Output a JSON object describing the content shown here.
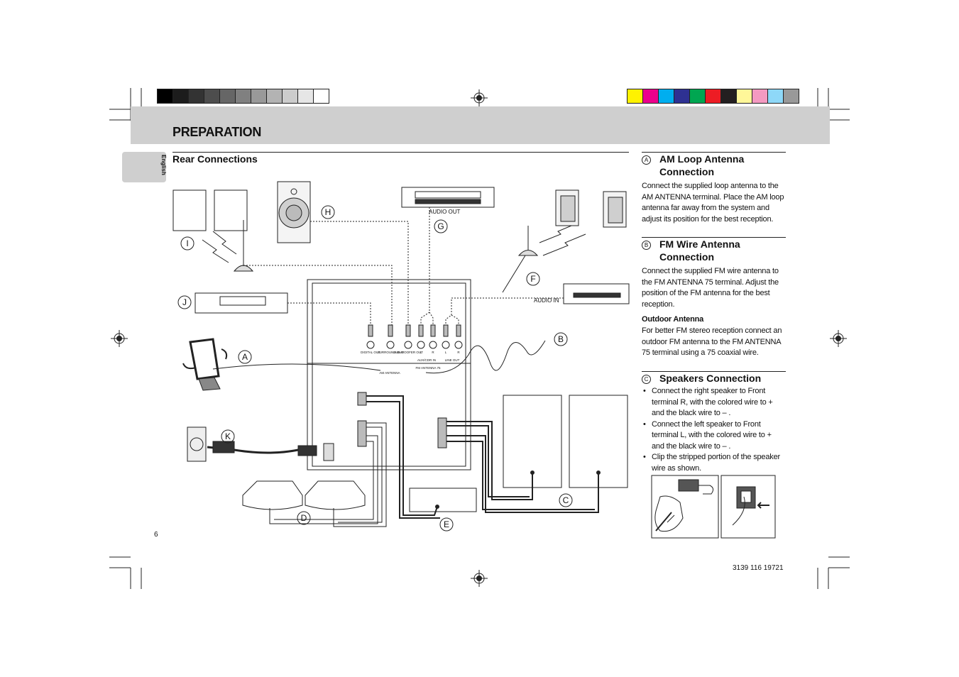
{
  "header": {
    "title": "PREPARATION",
    "language_tab": "English",
    "gray_swatches": [
      "#000000",
      "#1c1c1c",
      "#333333",
      "#4d4d4d",
      "#666666",
      "#808080",
      "#999999",
      "#b3b3b3",
      "#cccccc",
      "#e6e6e6",
      "#ffffff"
    ],
    "color_swatches": [
      "#fff200",
      "#ec008c",
      "#00aeef",
      "#2e3192",
      "#00a651",
      "#ed1c24",
      "#231f20",
      "#fff799",
      "#f49ac1",
      "#8ed8f8",
      "#999999"
    ]
  },
  "rear": {
    "heading": "Rear Connections",
    "labels": {
      "audio_out": "AUDIO OUT",
      "audio_in": "AUDIO IN",
      "digital_out": "DIGITAL OUT",
      "surround_out": "SURROUND OUT",
      "subwoofer_out": "SUB-WOOFER OUT",
      "aux_cdr_in": "AUX/CDR IN",
      "line_out": "LINE OUT",
      "am_antenna": "AM ANTENNA",
      "fm_antenna": "FM ANTENNA 75",
      "l": "L",
      "r": "R"
    },
    "callouts": {
      "a": "A",
      "b": "B",
      "c": "C",
      "d": "D",
      "e": "E",
      "f": "F",
      "g": "G",
      "h": "H",
      "i": "I",
      "j": "J",
      "k": "K"
    }
  },
  "sections": {
    "am": {
      "letter": "A",
      "heading": "AM Loop Antenna Connection",
      "body": "Connect the supplied loop antenna to the AM ANTENNA terminal. Place the AM loop antenna far away from the system and adjust its position for the best reception."
    },
    "fm": {
      "letter": "B",
      "heading": "FM Wire Antenna Connection",
      "body": "Connect the supplied FM wire antenna to the FM ANTENNA 75     terminal. Adjust the position of the FM antenna for the best reception.",
      "outdoor_heading": "Outdoor Antenna",
      "outdoor_body": "For better FM stereo reception connect an outdoor FM antenna to the FM ANTENNA 75     terminal using a 75     coaxial wire."
    },
    "speakers": {
      "letter": "C",
      "heading": "Speakers Connection",
      "bullets": [
        "Connect the right speaker to Front terminal R, with the colored wire to + and the black wire to – .",
        "Connect the left speaker to Front terminal L, with the colored wire to + and the black wire to – .",
        "Clip the stripped portion of the speaker wire as shown."
      ]
    }
  },
  "footer": {
    "page_number": "6",
    "code": "3139 116 19721"
  }
}
